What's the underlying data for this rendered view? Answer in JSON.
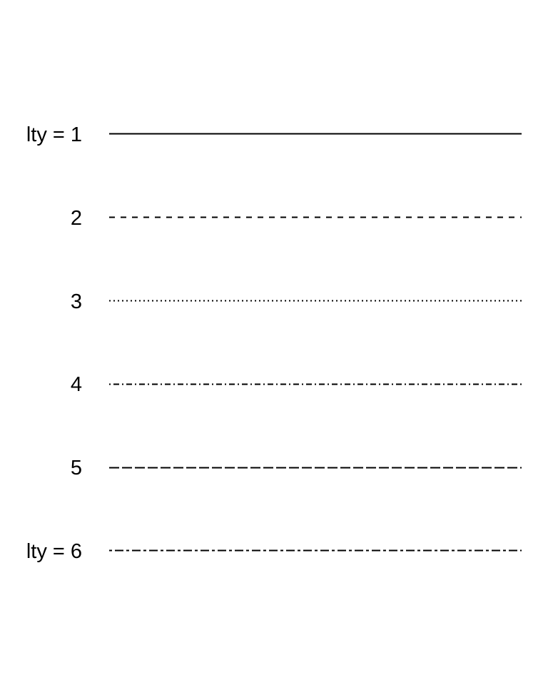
{
  "title": "",
  "line_types": [
    {
      "label": "lty = 1",
      "style": "solid"
    },
    {
      "label": "2",
      "style": "dashed"
    },
    {
      "label": "3",
      "style": "dotted"
    },
    {
      "label": "4",
      "style": "dotdash"
    },
    {
      "label": "5",
      "style": "longdash"
    },
    {
      "label": "lty = 6",
      "style": "twodash"
    }
  ],
  "colors": {
    "background": "#ffffff",
    "line": "#000000",
    "text": "#000000"
  }
}
